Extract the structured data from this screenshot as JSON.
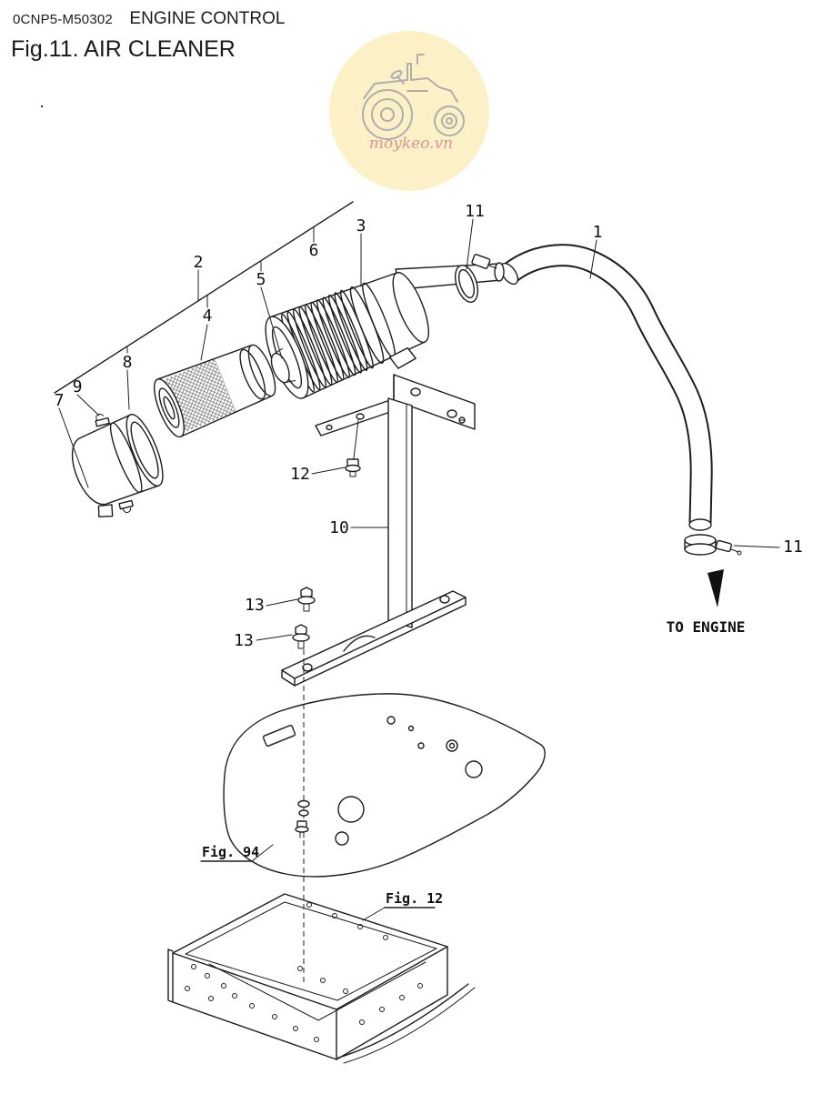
{
  "header": {
    "doc_code": "0CNP5-M50302",
    "section": "ENGINE CONTROL",
    "figure_title": "Fig.11.  AIR CLEANER"
  },
  "watermark": {
    "text": "moykeo.vn",
    "bg_color": "#fcf0c6",
    "text_color": "#de9494"
  },
  "callouts": {
    "hose": "1",
    "assembly": "2",
    "body": "3",
    "element": "4",
    "inner_pipe": "5",
    "bellows": "6",
    "cover": "7",
    "rim": "8",
    "clip": "9",
    "stand": "10",
    "clamp_top": "11",
    "clamp_bottom": "11",
    "bolt12": "12",
    "bolt13a": "13",
    "bolt13b": "13"
  },
  "annotations": {
    "to_engine": "TO ENGINE",
    "fig_ref_plate": "Fig. 94",
    "fig_ref_frame": "Fig. 12"
  }
}
